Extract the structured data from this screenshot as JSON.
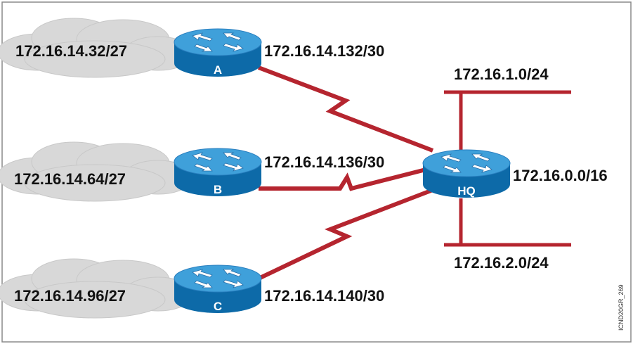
{
  "colors": {
    "link": "#b5252f",
    "router_top": "#3fa0da",
    "router_side": "#0d6aa8",
    "cloud": "#d8d8d8",
    "border": "#8a8a8a"
  },
  "icon": "router-icon",
  "routers": {
    "a": {
      "name": "A"
    },
    "b": {
      "name": "B"
    },
    "c": {
      "name": "C"
    },
    "hq": {
      "name": "HQ"
    }
  },
  "lans": {
    "a": "172.16.14.32/27",
    "b": "172.16.14.64/27",
    "c": "172.16.14.96/27"
  },
  "wan_links": {
    "a_hq": "172.16.14.132/30",
    "b_hq": "172.16.14.136/30",
    "c_hq": "172.16.14.140/30"
  },
  "hq_networks": {
    "top": "172.16.1.0/24",
    "summary": "172.16.0.0/16",
    "bottom": "172.16.2.0/24"
  },
  "figure_code": "ICND20GR_269"
}
